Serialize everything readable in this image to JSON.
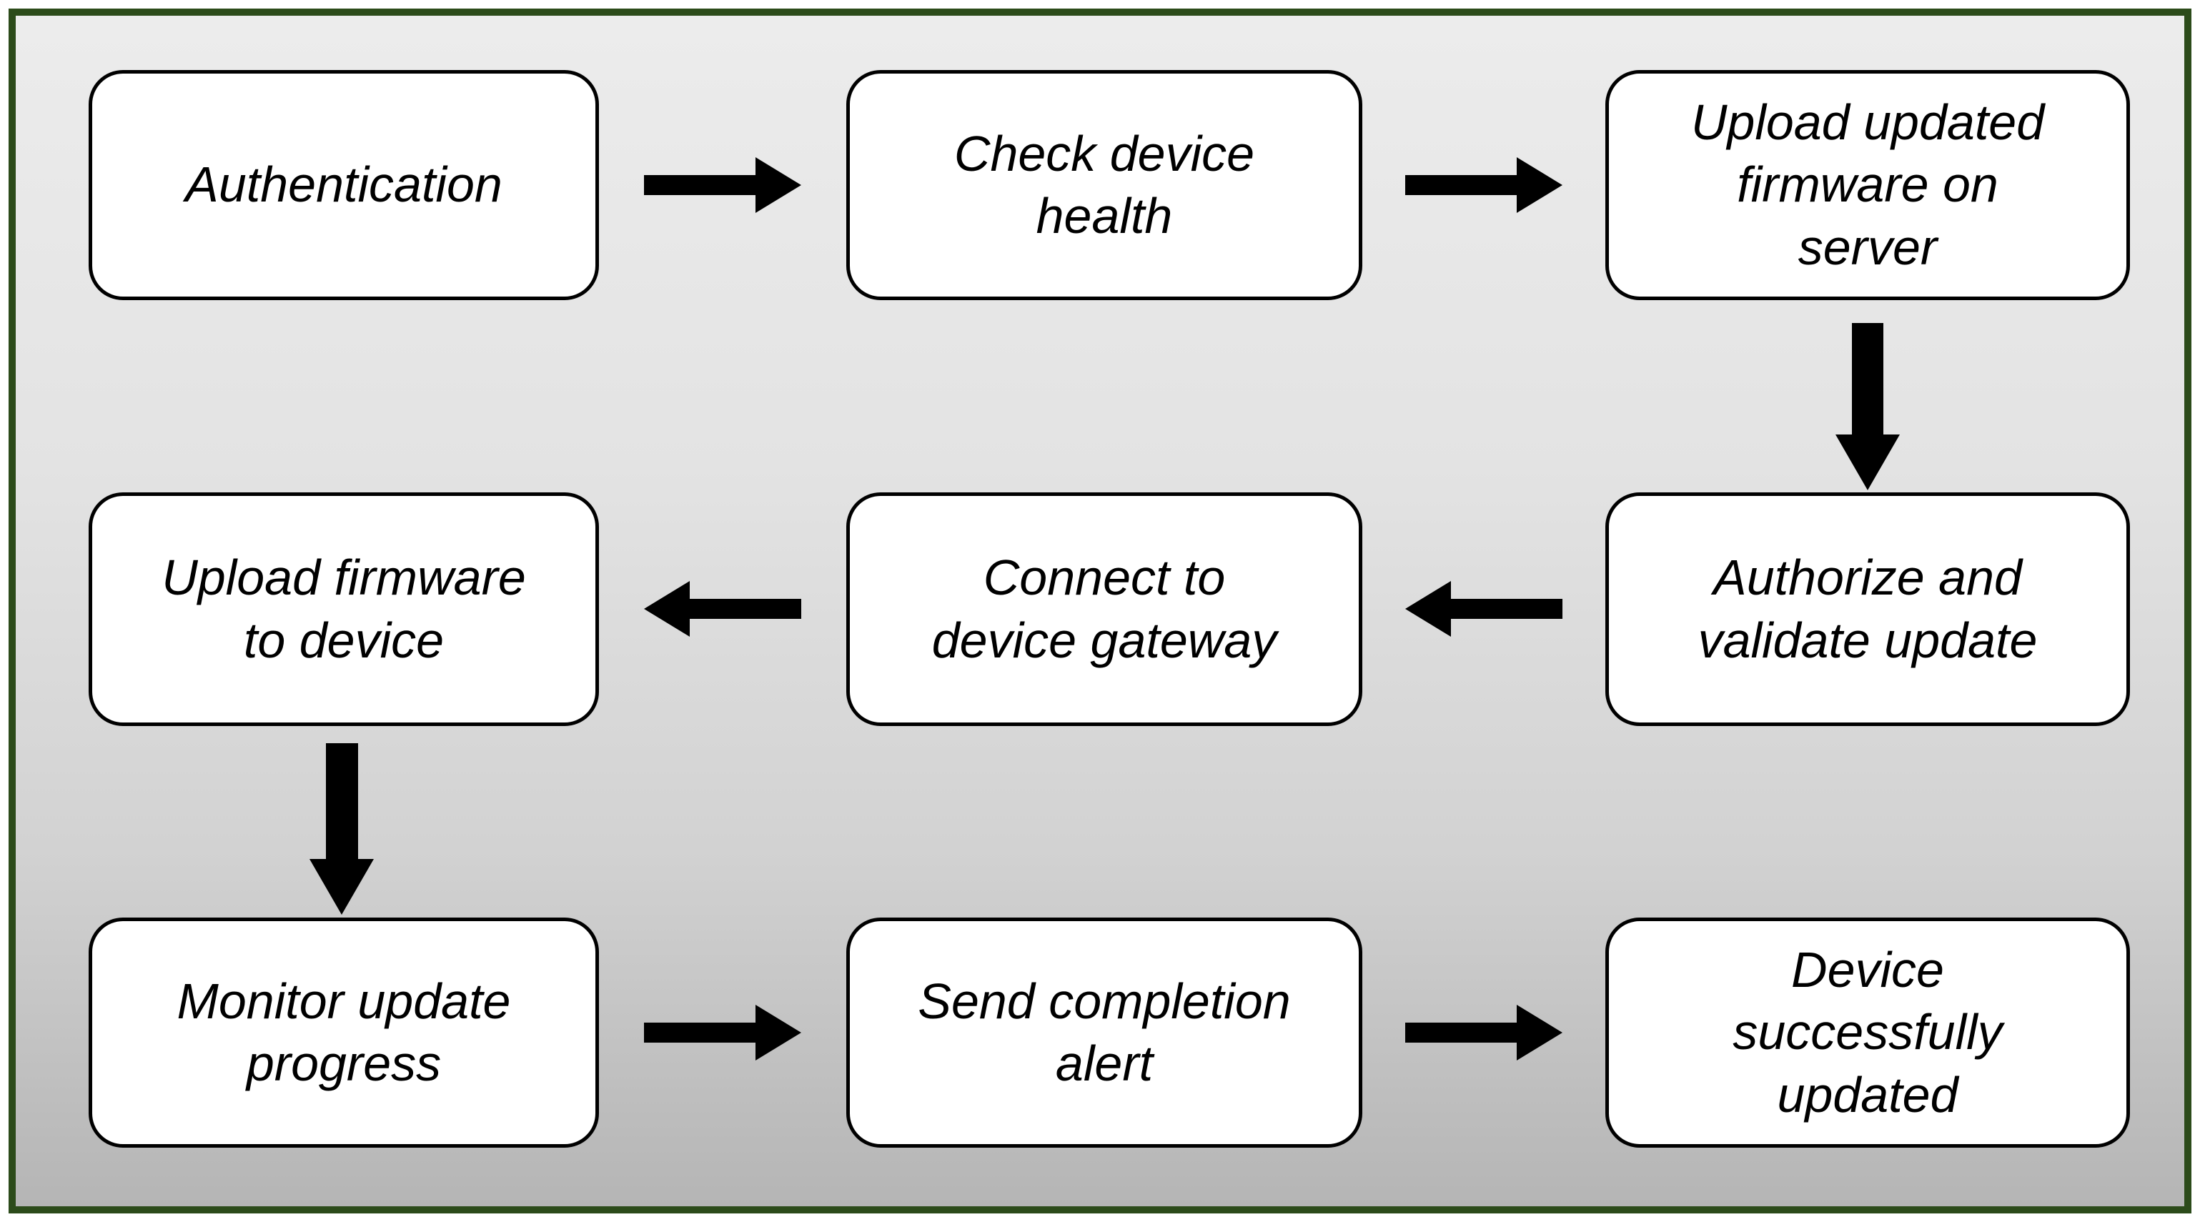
{
  "colors": {
    "frame_border": "#2c4b1a",
    "background_top": "#ececec",
    "background_bottom": "#b5b5b5",
    "node_fill": "#ffffff",
    "node_border": "#000000",
    "arrow": "#000000",
    "text": "#000000"
  },
  "nodes": [
    {
      "id": "authentication",
      "label": "Authentication",
      "lines": [
        "Authentication"
      ]
    },
    {
      "id": "check-device-health",
      "label": "Check device health",
      "lines": [
        "Check device",
        "health"
      ]
    },
    {
      "id": "upload-updated-firmware-on-server",
      "label": "Upload updated firmware on server",
      "lines": [
        "Upload updated",
        "firmware on",
        "server"
      ]
    },
    {
      "id": "authorize-and-validate-update",
      "label": "Authorize and validate update",
      "lines": [
        "Authorize and",
        "validate update"
      ]
    },
    {
      "id": "connect-to-device-gateway",
      "label": "Connect to device gateway",
      "lines": [
        "Connect to",
        "device gateway"
      ]
    },
    {
      "id": "upload-firmware-to-device",
      "label": "Upload firmware to device",
      "lines": [
        "Upload firmware",
        "to device"
      ]
    },
    {
      "id": "monitor-update-progress",
      "label": "Monitor update progress",
      "lines": [
        "Monitor update",
        "progress"
      ]
    },
    {
      "id": "send-completion-alert",
      "label": "Send completion alert",
      "lines": [
        "Send completion",
        "alert"
      ]
    },
    {
      "id": "device-successfully-updated",
      "label": "Device successfully updated",
      "lines": [
        "Device",
        "successfully",
        "updated"
      ]
    }
  ],
  "edges": [
    {
      "from": "authentication",
      "to": "check-device-health",
      "direction": "right"
    },
    {
      "from": "check-device-health",
      "to": "upload-updated-firmware-on-server",
      "direction": "right"
    },
    {
      "from": "upload-updated-firmware-on-server",
      "to": "authorize-and-validate-update",
      "direction": "down"
    },
    {
      "from": "authorize-and-validate-update",
      "to": "connect-to-device-gateway",
      "direction": "left"
    },
    {
      "from": "connect-to-device-gateway",
      "to": "upload-firmware-to-device",
      "direction": "left"
    },
    {
      "from": "upload-firmware-to-device",
      "to": "monitor-update-progress",
      "direction": "down"
    },
    {
      "from": "monitor-update-progress",
      "to": "send-completion-alert",
      "direction": "right"
    },
    {
      "from": "send-completion-alert",
      "to": "device-successfully-updated",
      "direction": "right"
    }
  ]
}
